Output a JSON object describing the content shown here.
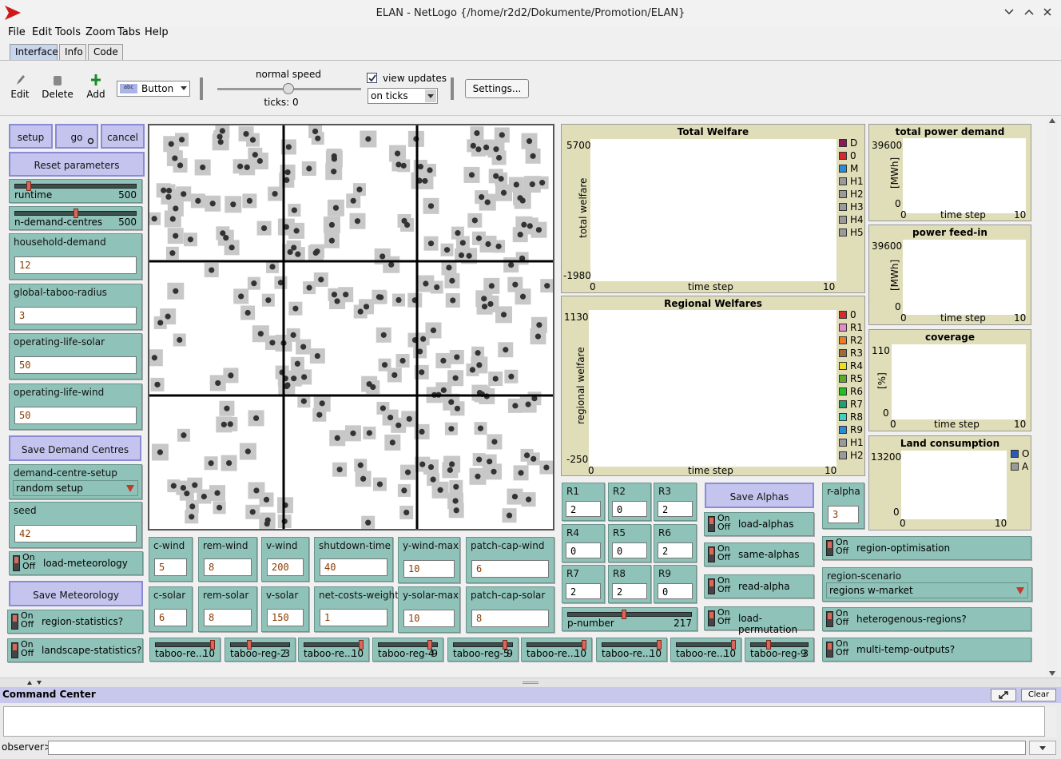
{
  "window": {
    "title": "ELAN - NetLogo {/home/r2d2/Dokumente/Promotion/ELAN}"
  },
  "menu": [
    "File",
    "Edit",
    "Tools",
    "Zoom",
    "Tabs",
    "Help"
  ],
  "tabs": [
    "Interface",
    "Info",
    "Code"
  ],
  "toolbar": {
    "edit": "Edit",
    "delete": "Delete",
    "add": "Add",
    "widget_type": "Button",
    "speed_label": "normal speed",
    "ticks": "ticks: 0",
    "view_updates": "view updates",
    "update_mode": "on ticks",
    "settings": "Settings..."
  },
  "buttons": {
    "setup": "setup",
    "go": "go",
    "cancel": "cancel",
    "reset": "Reset parameters",
    "save_demand": "Save Demand Centres",
    "save_met": "Save Meteorology",
    "save_alphas": "Save Alphas"
  },
  "sliders": {
    "runtime": {
      "label": "runtime",
      "value": "500",
      "level": 0.1
    },
    "n_demand": {
      "label": "n-demand-centres",
      "value": "500",
      "level": 0.5
    },
    "p_number": {
      "label": "p-number",
      "value": "217",
      "level": 0.45
    },
    "taboo": [
      {
        "label": "taboo-re...",
        "value": "10",
        "level": 1.0
      },
      {
        "label": "taboo-reg-2",
        "value": "3",
        "level": 0.3
      },
      {
        "label": "taboo-re...",
        "value": "10",
        "level": 1.0
      },
      {
        "label": "taboo-reg-4",
        "value": "9",
        "level": 0.9
      },
      {
        "label": "taboo-reg-5",
        "value": "9",
        "level": 0.9
      },
      {
        "label": "taboo-re...",
        "value": "10",
        "level": 1.0
      },
      {
        "label": "taboo-re...",
        "value": "10",
        "level": 1.0
      },
      {
        "label": "taboo-re...",
        "value": "10",
        "level": 1.0
      },
      {
        "label": "taboo-reg-9",
        "value": "3",
        "level": 0.3
      }
    ]
  },
  "inputs": {
    "household_demand": {
      "label": "household-demand",
      "value": "12"
    },
    "global_taboo": {
      "label": "global-taboo-radius",
      "value": "3"
    },
    "op_solar": {
      "label": "operating-life-solar",
      "value": "50"
    },
    "op_wind": {
      "label": "operating-life-wind",
      "value": "50"
    },
    "seed": {
      "label": "seed",
      "value": "42"
    },
    "c_wind": {
      "label": "c-wind",
      "value": "5"
    },
    "rem_wind": {
      "label": "rem-wind",
      "value": "8"
    },
    "v_wind": {
      "label": "v-wind",
      "value": "200"
    },
    "shutdown": {
      "label": "shutdown-time",
      "value": "40"
    },
    "y_wind_max": {
      "label": "y-wind-max",
      "value": "10"
    },
    "patch_cap_wind": {
      "label": "patch-cap-wind",
      "value": "6"
    },
    "c_solar": {
      "label": "c-solar",
      "value": "6"
    },
    "rem_solar": {
      "label": "rem-solar",
      "value": "8"
    },
    "v_solar": {
      "label": "v-solar",
      "value": "150"
    },
    "net_costs": {
      "label": "net-costs-weight",
      "value": "1"
    },
    "y_solar_max": {
      "label": "y-solar-max",
      "value": "10"
    },
    "patch_cap_solar": {
      "label": "patch-cap-solar",
      "value": "8"
    },
    "r_alpha": {
      "label": "r-alpha",
      "value": "3"
    },
    "R": [
      {
        "label": "R1",
        "value": "2"
      },
      {
        "label": "R2",
        "value": "0"
      },
      {
        "label": "R3",
        "value": "2"
      },
      {
        "label": "R4",
        "value": "0"
      },
      {
        "label": "R5",
        "value": "0"
      },
      {
        "label": "R6",
        "value": "2"
      },
      {
        "label": "R7",
        "value": "2"
      },
      {
        "label": "R8",
        "value": "2"
      },
      {
        "label": "R9",
        "value": "0"
      }
    ]
  },
  "chooser": {
    "demand_setup": {
      "label": "demand-centre-setup",
      "value": "random setup"
    },
    "region_scenario": {
      "label": "region-scenario",
      "value": "regions w-market"
    }
  },
  "switch_onoff": {
    "on": "On",
    "off": "Off"
  },
  "switches": {
    "load_met": "load-meteorology",
    "region_stats": "region-statistics?",
    "landscape_stats": "landscape-statistics?",
    "load_alphas": "load-alphas",
    "same_alphas": "same-alphas",
    "read_alpha": "read-alpha",
    "load_perm": "load-permutation",
    "region_opt": "region-optimisation",
    "hetero": "heterogenous-regions?",
    "multi_temp": "multi-temp-outputs?"
  },
  "plots": {
    "total_welfare": {
      "title": "Total Welfare",
      "ylabel": "total welfare",
      "xlabel": "time step",
      "ymax": "5700",
      "ymin": "-1980",
      "xmin": "0",
      "xmax": "10",
      "legend": [
        {
          "name": "D",
          "color": "#8b1a5a"
        },
        {
          "name": "0",
          "color": "#d42a2a"
        },
        {
          "name": "M",
          "color": "#2a8cd4"
        },
        {
          "name": "H1",
          "color": "#9a9a9a"
        },
        {
          "name": "H2",
          "color": "#9a9a9a"
        },
        {
          "name": "H3",
          "color": "#9a9a9a"
        },
        {
          "name": "H4",
          "color": "#9a9a9a"
        },
        {
          "name": "H5",
          "color": "#9a9a9a"
        }
      ]
    },
    "regional": {
      "title": "Regional Welfares",
      "ylabel": "regional welfare",
      "xlabel": "time step",
      "ymax": "1130",
      "ymin": "-250",
      "xmin": "0",
      "xmax": "10",
      "legend": [
        {
          "name": "0",
          "color": "#d42a2a"
        },
        {
          "name": "R1",
          "color": "#e68ac8"
        },
        {
          "name": "R2",
          "color": "#f07a20"
        },
        {
          "name": "R3",
          "color": "#9a6a40"
        },
        {
          "name": "R4",
          "color": "#e8e020"
        },
        {
          "name": "R5",
          "color": "#5aaa30"
        },
        {
          "name": "R6",
          "color": "#20c020"
        },
        {
          "name": "R7",
          "color": "#20a070"
        },
        {
          "name": "R8",
          "color": "#40d0c0"
        },
        {
          "name": "R9",
          "color": "#2a8cd4"
        },
        {
          "name": "H1",
          "color": "#9a9a9a"
        },
        {
          "name": "H2",
          "color": "#9a9a9a"
        }
      ]
    },
    "power_demand": {
      "title": "total power demand",
      "ylabel": "[MWh]",
      "xlabel": "time step",
      "ymax": "39600",
      "ymin": "0",
      "xmin": "0",
      "xmax": "10"
    },
    "feed_in": {
      "title": "power feed-in",
      "ylabel": "[MWh]",
      "xlabel": "time step",
      "ymax": "39600",
      "ymin": "0",
      "xmin": "0",
      "xmax": "10"
    },
    "coverage": {
      "title": "coverage",
      "ylabel": "[%]",
      "xlabel": "time step",
      "ymax": "110",
      "ymin": "0",
      "xmin": "0",
      "xmax": "10"
    },
    "land": {
      "title": "Land consumption",
      "ymax": "13200",
      "ymin": "0",
      "xmin": "0",
      "xmax": "10",
      "legend": [
        {
          "name": "O",
          "color": "#2a5ab4"
        },
        {
          "name": "A",
          "color": "#9a9a9a"
        }
      ]
    }
  },
  "command_center": {
    "title": "Command Center",
    "clear": "Clear",
    "observer": "observer>"
  }
}
